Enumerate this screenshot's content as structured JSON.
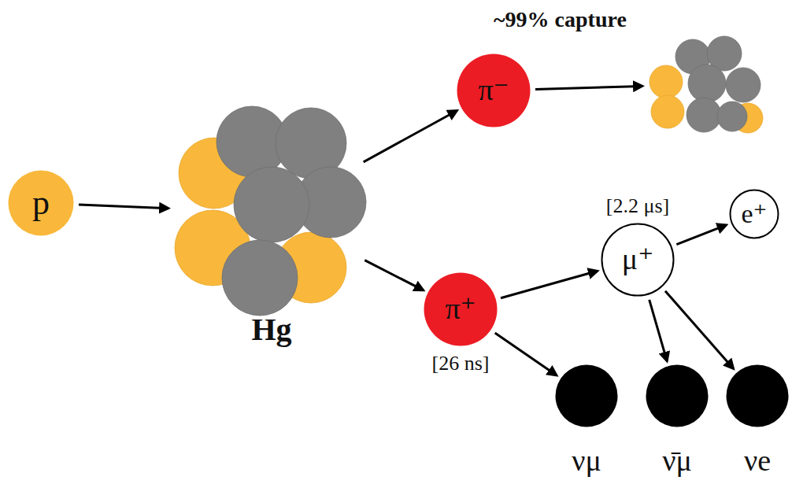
{
  "diagram": {
    "nodes": [
      {
        "text": [
          "p"
        ]
      },
      {
        "text": [
          "Hg"
        ]
      },
      {
        "text": [
          "π⁻"
        ]
      },
      {
        "text": [
          "~99% capture"
        ]
      },
      {
        "text": [
          "π⁺",
          "[26 ns]"
        ]
      },
      {
        "text": [
          "μ⁺",
          "[2.2 μs]"
        ]
      },
      {
        "text": [
          "e⁺"
        ]
      },
      {
        "text": [
          "νμ"
        ]
      },
      {
        "text": [
          "ν̄μ"
        ]
      },
      {
        "text": [
          "νe"
        ]
      }
    ],
    "edges": [
      {
        "from": 0,
        "to": 1,
        "arrow": "to"
      },
      {
        "from": 1,
        "to": 2,
        "arrow": "to"
      },
      {
        "from": 1,
        "to": 4,
        "arrow": "to"
      },
      {
        "from": 2,
        "to": 3,
        "arrow": "to"
      },
      {
        "from": 4,
        "to": 5,
        "arrow": "to"
      },
      {
        "from": 4,
        "to": 7,
        "arrow": "to"
      },
      {
        "from": 5,
        "to": 6,
        "arrow": "to"
      },
      {
        "from": 5,
        "to": 8,
        "arrow": "to"
      },
      {
        "from": 5,
        "to": 9,
        "arrow": "to"
      }
    ]
  }
}
